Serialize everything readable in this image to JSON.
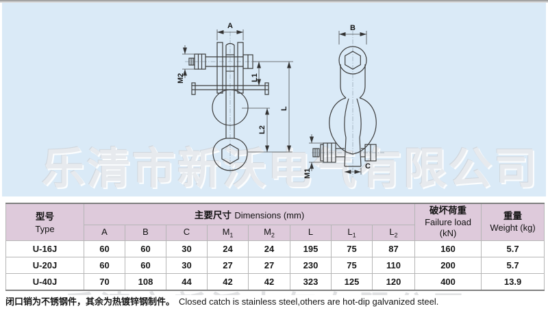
{
  "colors": {
    "panel_blue": "#daeaf7",
    "header_pink": "#decadb",
    "table_border": "#b5b5b5",
    "line_color": "#3c3c3c"
  },
  "watermark": {
    "text": "乐清市新沃电气有限公司"
  },
  "drawings": {
    "left": {
      "a": "A",
      "m2": "M2",
      "l1": "L1",
      "l2": "L2",
      "l": "L"
    },
    "right": {
      "b": "B",
      "m1": "M1",
      "c": "C"
    }
  },
  "table": {
    "header": {
      "type_cn": "型号",
      "type_en": "Type",
      "dims_cn": "主要尺寸",
      "dims_en": "Dimensions (mm)",
      "cols": [
        {
          "base": "A",
          "sub": ""
        },
        {
          "base": "B",
          "sub": ""
        },
        {
          "base": "C",
          "sub": ""
        },
        {
          "base": "M",
          "sub": "1"
        },
        {
          "base": "M",
          "sub": "2"
        },
        {
          "base": "L",
          "sub": ""
        },
        {
          "base": "L",
          "sub": "1"
        },
        {
          "base": "L",
          "sub": "2"
        }
      ],
      "failure_cn": "破坏荷重",
      "failure_en": "Failure load",
      "failure_unit": "(kN)",
      "weight_cn": "重量",
      "weight_en": "Weight (kg)"
    },
    "rows": [
      {
        "type": "U-16J",
        "values": [
          "60",
          "60",
          "30",
          "24",
          "24",
          "195",
          "75",
          "87",
          "160",
          "5.7"
        ]
      },
      {
        "type": "U-20J",
        "values": [
          "60",
          "60",
          "30",
          "27",
          "27",
          "230",
          "75",
          "110",
          "200",
          "5.7"
        ]
      },
      {
        "type": "U-40J",
        "values": [
          "70",
          "108",
          "44",
          "42",
          "42",
          "323",
          "125",
          "120",
          "400",
          "13.9"
        ]
      }
    ]
  },
  "note": {
    "cn": "闭口销为不锈钢件，其余为热镀锌钢制件。",
    "en": "Closed catch is stainless steel,others are hot-dip galvanized steel."
  }
}
